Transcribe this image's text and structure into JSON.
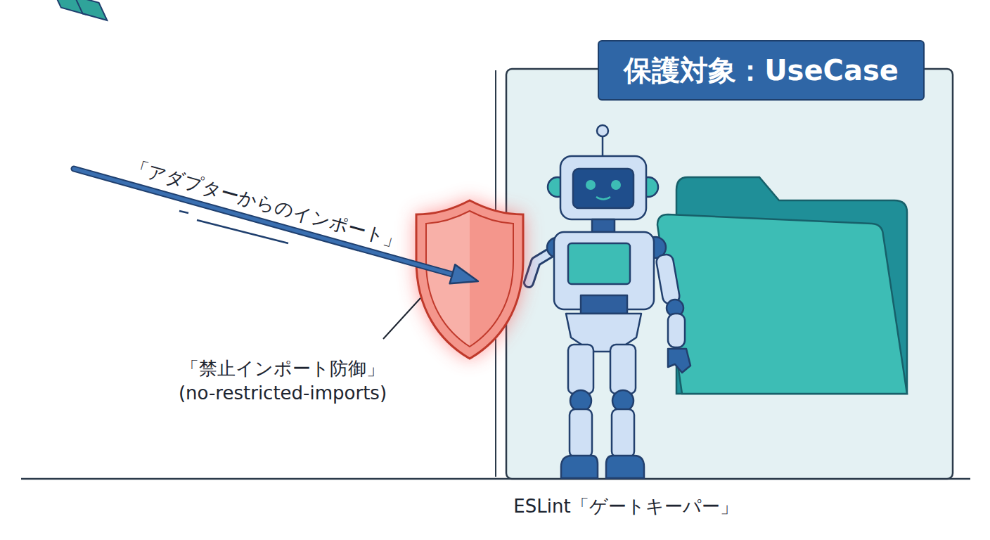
{
  "diagram": {
    "nodes": [
      {
        "text": [
          "保護対象：UseCase"
        ]
      }
    ],
    "labels": [
      "「アダプターからのインポート」",
      "「禁止インポート防御」",
      "(no-restricted-imports)",
      "ESLint「ゲートキーパー」"
    ]
  }
}
